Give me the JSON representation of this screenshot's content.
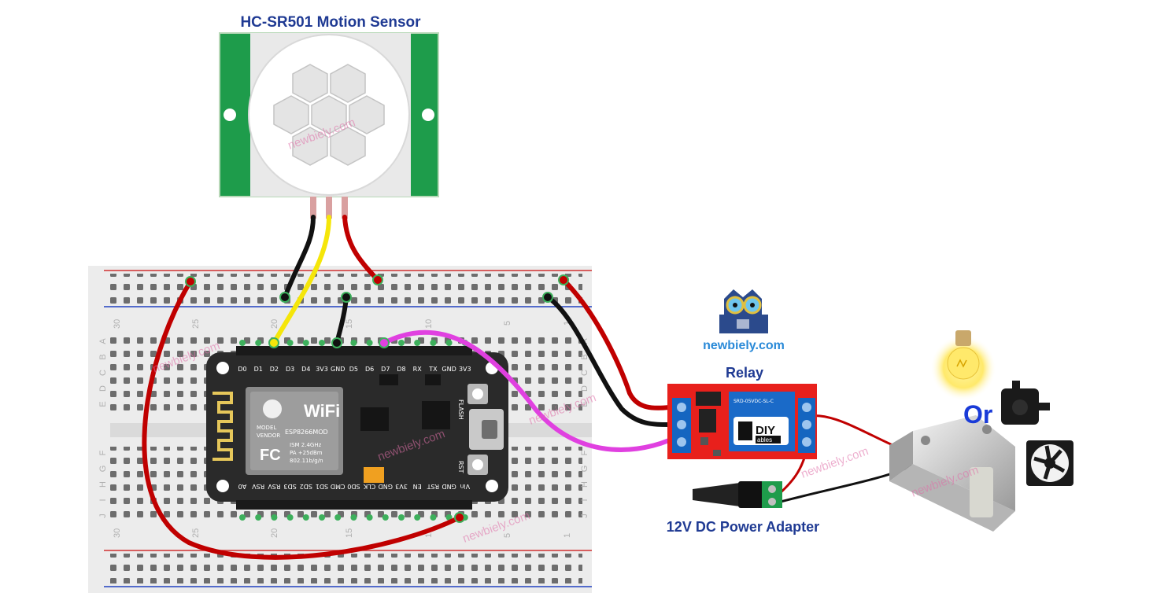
{
  "labels": {
    "sensor": "HC-SR501 Motion Sensor",
    "relay": "Relay",
    "adapter": "12V DC Power Adapter",
    "or": "Or",
    "brand": "newbiely.com"
  },
  "watermark": "newbiely.com",
  "esp_pins_top": [
    "D0",
    "D1",
    "D2",
    "D3",
    "D4",
    "3V3",
    "GND",
    "D5",
    "D6",
    "D7",
    "D8",
    "RX",
    "TX",
    "GND",
    "3V3"
  ],
  "esp_pins_bottom": [
    "A0",
    "RSV",
    "RSV",
    "SD3",
    "SD2",
    "SD1",
    "CMD",
    "SD0",
    "CLK",
    "GND",
    "3V3",
    "EN",
    "RST",
    "GND",
    "Vin"
  ],
  "esp_module": {
    "wifi": "WiFi",
    "model": "MODEL",
    "vendor": "VENDOR",
    "chip": "ESP8266MOD",
    "ism": "ISM 2.4GHz",
    "pa": "PA +25dBm",
    "std": "802.11b/g/n",
    "fc": "FC"
  },
  "esp_buttons": {
    "flash": "FLASH",
    "rst": "RST"
  },
  "breadboard": {
    "numbers_top": [
      "30",
      "25",
      "20",
      "15",
      "10",
      "5",
      "1"
    ],
    "numbers_bottom": [
      "30",
      "25",
      "20",
      "15",
      "10",
      "5",
      "1"
    ],
    "rows_left": [
      "A",
      "B",
      "C",
      "D",
      "E",
      "F",
      "G",
      "H",
      "I",
      "J"
    ]
  },
  "relay_module": {
    "diy": "DIY",
    "ables": "ables",
    "model": "SRD-05VDC-SL-C"
  },
  "colors": {
    "wire_red": "#c00000",
    "wire_black": "#111111",
    "wire_yellow": "#f5e60a",
    "wire_magenta": "#e040e0",
    "label_blue": "#1f3a93",
    "pcb_green": "#1e9c4b",
    "relay_red": "#e8201c"
  }
}
